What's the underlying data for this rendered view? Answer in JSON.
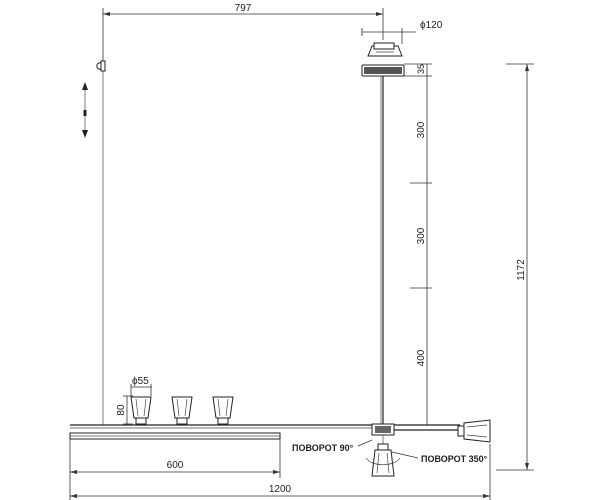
{
  "dimensions": {
    "offset": "797",
    "canopy_diameter": "ϕ120",
    "canopy_height": "35",
    "rod_seg_1": "300",
    "rod_seg_2": "300",
    "rod_seg_3": "400",
    "total_height": "1172",
    "shade_diameter": "ϕ55",
    "shade_height": "80",
    "bar_length": "600",
    "total_width": "1200"
  },
  "annotations": {
    "rotation_90": "ПОВОРОТ 90°",
    "rotation_350": "ПОВОРОТ 350°"
  }
}
